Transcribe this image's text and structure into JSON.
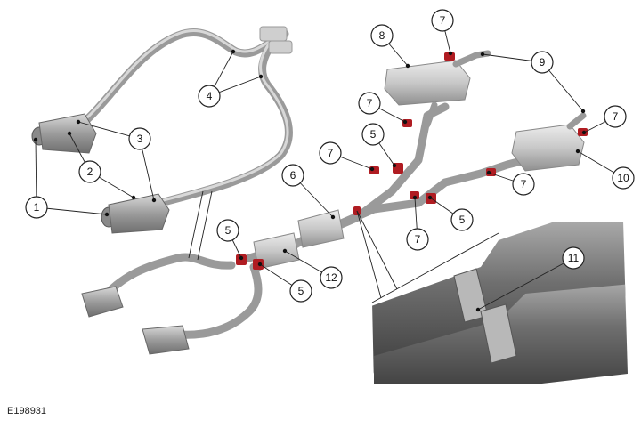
{
  "figure_id": "E198931",
  "callouts": {
    "c1": "1",
    "c2": "2",
    "c3": "3",
    "c4": "4",
    "c5a": "5",
    "c5b": "5",
    "c5c": "5",
    "c5d": "5",
    "c6": "6",
    "c7a": "7",
    "c7b": "7",
    "c7c": "7",
    "c7d": "7",
    "c7e": "7",
    "c7f": "7",
    "c8": "8",
    "c9": "9",
    "c10": "10",
    "c11": "11",
    "c12": "12"
  },
  "colors": {
    "clamp": "#b01c22",
    "pipe": "#9a9a9a"
  }
}
